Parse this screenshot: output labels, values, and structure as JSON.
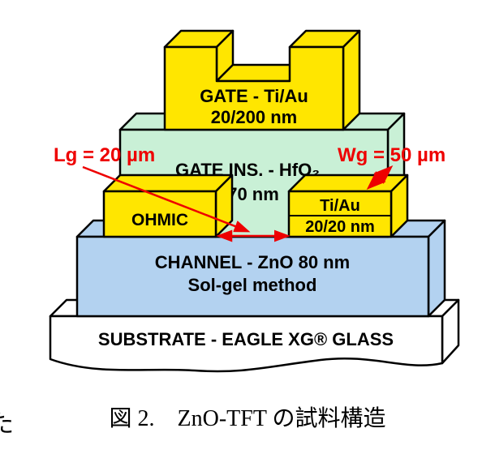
{
  "colors": {
    "gate_yellow": "#ffe600",
    "insulator_mint": "#c9f0d6",
    "channel_blue": "#b3d2f0",
    "substrate_white": "#ffffff",
    "annotation_red": "#ee0000"
  },
  "diagram": {
    "gate": {
      "line1": "GATE - Ti/Au",
      "line2": "20/200 nm"
    },
    "gate_insulator": {
      "line1": "GATE INS. - HfO₂",
      "line2": "70 nm"
    },
    "ohmic_left": {
      "label": "OHMIC"
    },
    "ohmic_right": {
      "line1": "Ti/Au",
      "line2": "20/20 nm"
    },
    "channel": {
      "line1": "CHANNEL - ZnO 80 nm",
      "line2": "Sol-gel method"
    },
    "substrate": {
      "label": "SUBSTRATE - EAGLE XG® GLASS"
    },
    "annotations": {
      "gate_length": "Lg = 20 µm",
      "gate_width": "Wg = 50 µm"
    }
  },
  "caption": {
    "text": "図 2.　ZnO-TFT の試料構造",
    "edge_fragment": "た"
  }
}
